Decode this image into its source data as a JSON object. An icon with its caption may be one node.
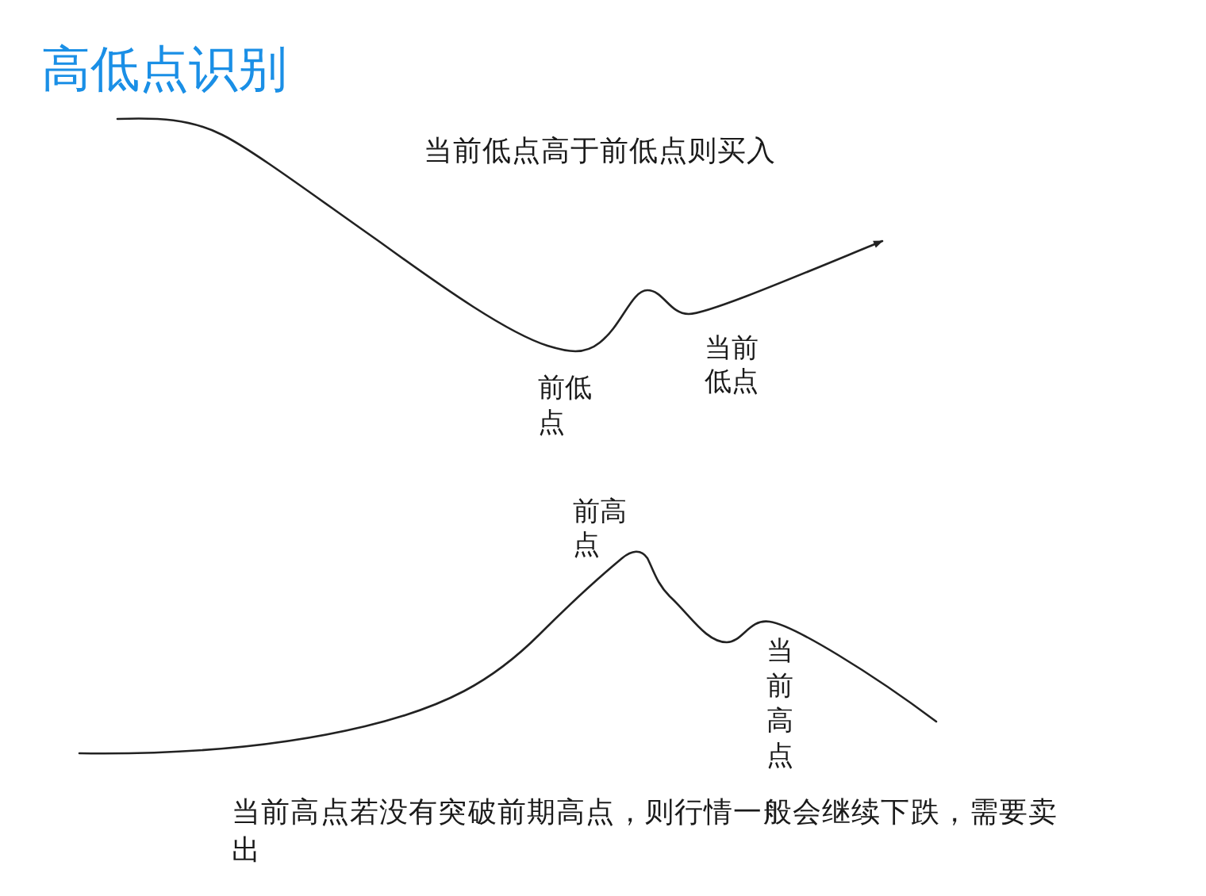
{
  "diagram": {
    "title": "高低点识别",
    "labels": [
      "当前低点高于前低点则买入",
      "前低点",
      "当前低点",
      "前高点",
      "当前高点",
      "当前高点若没有突破前期高点，则行情一般会继续下跌，需要卖出"
    ]
  }
}
